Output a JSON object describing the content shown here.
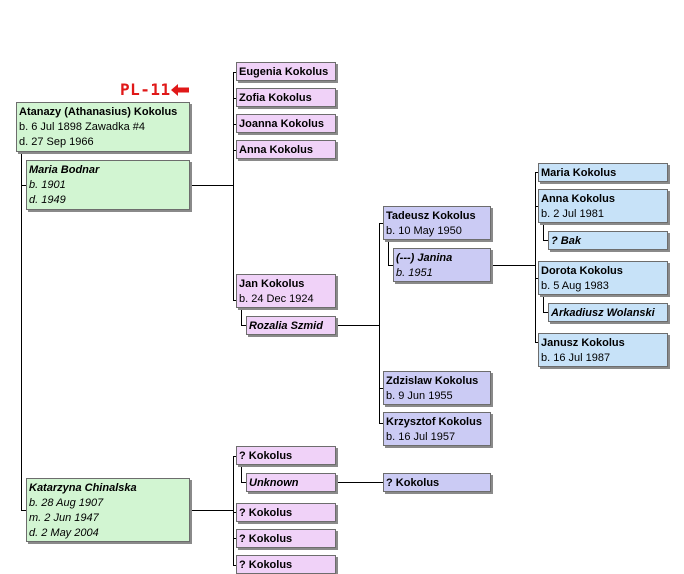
{
  "tag": {
    "label": "PL-11",
    "color": "#e01818"
  },
  "colors": {
    "self": "#d2f5d2",
    "child": "#f0d2f8",
    "grandchild": "#cbcbf4",
    "great_grandchild": "#c7e2f8"
  },
  "people": {
    "root": {
      "name": "Atanazy (Athanasius) Kokolus",
      "lines": [
        "b. 6 Jul 1898 Zawadka #4",
        "d. 27 Sep 1966"
      ]
    },
    "spouse1": {
      "name": "Maria Bodnar",
      "lines": [
        "b. 1901",
        "d. 1949"
      ]
    },
    "spouse2": {
      "name": "Katarzyna Chinalska",
      "lines": [
        "b. 28 Aug 1907",
        "m. 2 Jun 1947",
        "d. 2 May 2004"
      ]
    },
    "eugenia": {
      "name": "Eugenia Kokolus"
    },
    "zofia": {
      "name": "Zofia Kokolus"
    },
    "joanna": {
      "name": "Joanna Kokolus"
    },
    "anna": {
      "name": "Anna Kokolus"
    },
    "jan": {
      "name": "Jan Kokolus",
      "lines": [
        "b. 24 Dec 1924"
      ]
    },
    "rozalia": {
      "name": "Rozalia Szmid"
    },
    "tadeusz": {
      "name": "Tadeusz Kokolus",
      "lines": [
        "b. 10 May 1950"
      ]
    },
    "janina": {
      "name": "(---) Janina",
      "lines": [
        "b. 1951"
      ]
    },
    "zdzislaw": {
      "name": "Zdzislaw Kokolus",
      "lines": [
        "b. 9 Jun 1955"
      ]
    },
    "krzysztof": {
      "name": "Krzysztof Kokolus",
      "lines": [
        "b. 16 Jul 1957"
      ]
    },
    "maria_k": {
      "name": "Maria Kokolus"
    },
    "anna_k2": {
      "name": "Anna Kokolus",
      "lines": [
        "b. 2 Jul 1981"
      ]
    },
    "bak": {
      "name": "? Bak"
    },
    "dorota": {
      "name": "Dorota Kokolus",
      "lines": [
        "b. 5 Aug 1983"
      ]
    },
    "arkadiusz": {
      "name": "Arkadiusz Wolanski"
    },
    "janusz": {
      "name": "Janusz Kokolus",
      "lines": [
        "b. 16 Jul 1987"
      ]
    },
    "q1": {
      "name": "? Kokolus"
    },
    "unknown": {
      "name": "Unknown"
    },
    "q_gc": {
      "name": "? Kokolus"
    },
    "q2": {
      "name": "? Kokolus"
    },
    "q3": {
      "name": "? Kokolus"
    },
    "q4": {
      "name": "? Kokolus"
    }
  }
}
